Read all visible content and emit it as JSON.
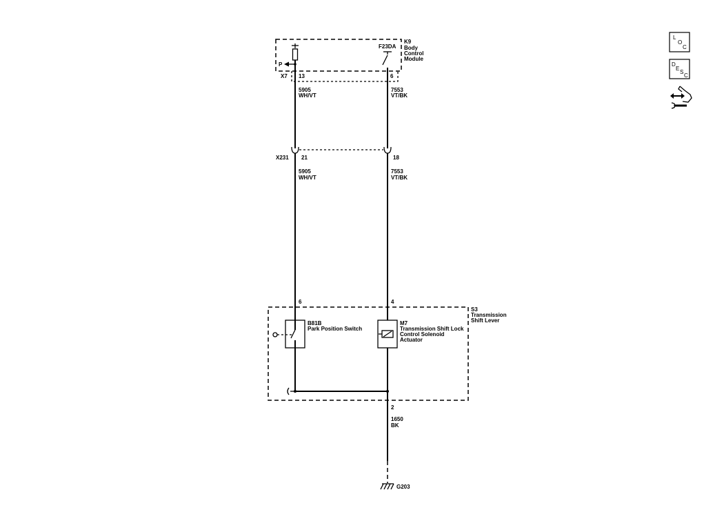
{
  "k9": {
    "ref": "K9",
    "name_lines": [
      "Body",
      "Control",
      "Module"
    ],
    "fuse_label": "F23DA",
    "output_label": "P"
  },
  "x7": {
    "ref": "X7",
    "pin_left": "13",
    "pin_right": "6"
  },
  "wire_upper_left": {
    "circuit": "5905",
    "color": "WH/VT"
  },
  "wire_upper_right": {
    "circuit": "7553",
    "color": "VT/BK"
  },
  "x231": {
    "ref": "X231",
    "pin_left": "21",
    "pin_right": "18"
  },
  "wire_lower_left": {
    "circuit": "5905",
    "color": "WH/VT"
  },
  "wire_lower_right": {
    "circuit": "7553",
    "color": "VT/BK"
  },
  "s3": {
    "ref": "S3",
    "name_lines": [
      "Transmission",
      "Shift Lever"
    ],
    "pin_left": "6",
    "pin_right": "4",
    "pin_ground": "2"
  },
  "b81b": {
    "ref": "B81B",
    "name": "Park Position Switch"
  },
  "m7": {
    "ref": "M7",
    "name_lines": [
      "Transmission Shift Lock",
      "Control Solenoid",
      "Actuator"
    ]
  },
  "wire_ground": {
    "circuit": "1650",
    "color": "BK"
  },
  "ground": {
    "ref": "G203"
  },
  "side_icons": {
    "loc": {
      "letters": [
        "L",
        "O",
        "C"
      ],
      "icon": "location-icon"
    },
    "desc": {
      "letters": [
        "D",
        "E",
        "S",
        "C"
      ],
      "icon": "description-icon"
    },
    "connector": {
      "icon": "hand-wrench-icon"
    }
  }
}
